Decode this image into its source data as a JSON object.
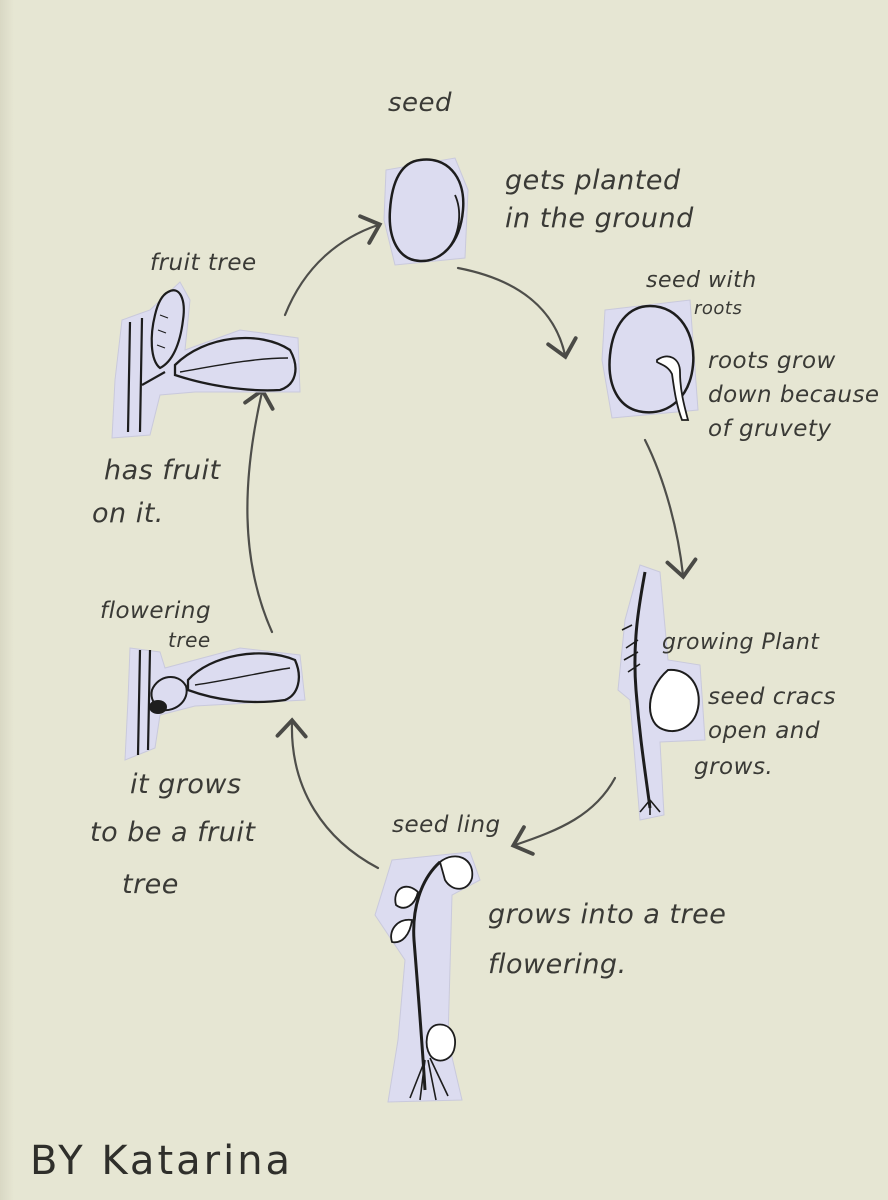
{
  "stages": [
    {
      "id": "seed",
      "label": "seed",
      "description": [
        "gets planted",
        "in the ground"
      ]
    },
    {
      "id": "seed-with-roots",
      "label": "seed with",
      "label2": "roots",
      "description": [
        "roots grow",
        "down because",
        "of gruvety"
      ]
    },
    {
      "id": "growing-plant",
      "label": "growing Plant",
      "description": [
        "seed cracs",
        "open and",
        "grows."
      ]
    },
    {
      "id": "seedling",
      "label": "seed ling",
      "description": [
        "grows into a tree",
        "flowering."
      ]
    },
    {
      "id": "flowering-tree",
      "label": "flowering",
      "label2": "tree",
      "description": [
        "it grows",
        "to be a fruit",
        "tree"
      ]
    },
    {
      "id": "fruit-tree",
      "label": "fruit tree",
      "description": [
        "has fruit",
        "on it."
      ]
    }
  ],
  "signature": "BY Katarina",
  "colors": {
    "paper": "#e6e6d3",
    "cutout": "#dcdcf0",
    "ink": "#1d1d1d",
    "pencil": "#4a4a46"
  }
}
